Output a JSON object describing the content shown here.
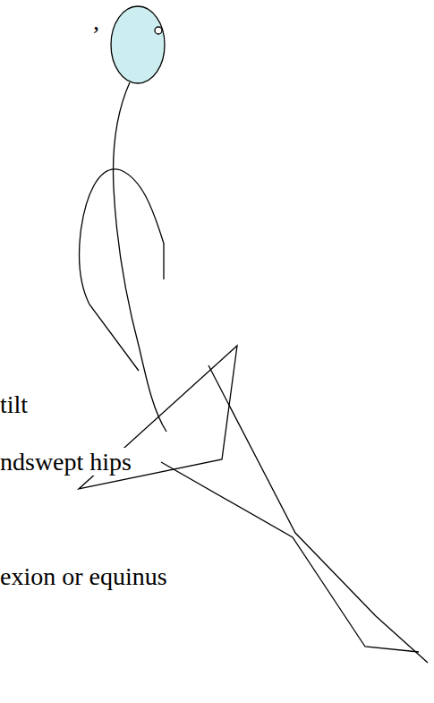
{
  "diagram": {
    "labels": [
      ",",
      "tilt",
      "ndswept hips",
      "exion or equinus"
    ]
  }
}
